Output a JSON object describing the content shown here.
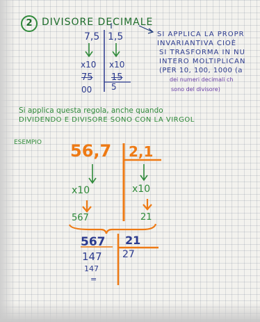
{
  "title": "DIVISORE DECIMALE",
  "section_number": "2",
  "example1": {
    "dividend": "7,5",
    "divisor": "1,5",
    "mult_left": "x10",
    "mult_right": "x10",
    "new_dividend": "75",
    "new_divisor": "15",
    "quotient": "5",
    "remainder": "00"
  },
  "rule_lines": [
    "SI APPLICA LA PROPR",
    "INVARIANTIVA CIOÈ",
    "SI TRASFORMA IN NU",
    "INTERO MOLTIPLICAN",
    "(PER 10, 100, 1000 (a",
    "dei numeri decimali ch",
    "sono del divisore)"
  ],
  "note_lines": [
    "Si applica questa regola, anche quando",
    "DIVIDENDO E DIVISORE SONO CON LA VIRGOL"
  ],
  "example_label": "ESEMPIO",
  "example2": {
    "dividend": "56,7",
    "divisor": "2,1",
    "mult_left": "x10",
    "mult_right": "x10",
    "new_dividend": "567",
    "new_divisor": "21",
    "div_dividend": "567",
    "div_divisor": "21",
    "step_1": "147",
    "quotient": "27",
    "step_2": "147",
    "remainder": "="
  }
}
